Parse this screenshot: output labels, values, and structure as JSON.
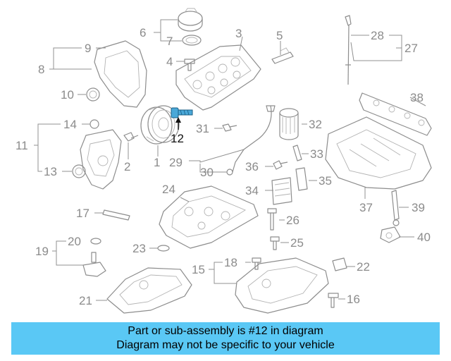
{
  "diagram": {
    "callouts": [
      {
        "id": "1",
        "label": "1"
      },
      {
        "id": "2",
        "label": "2"
      },
      {
        "id": "3",
        "label": "3"
      },
      {
        "id": "4",
        "label": "4"
      },
      {
        "id": "5",
        "label": "5"
      },
      {
        "id": "6",
        "label": "6"
      },
      {
        "id": "7",
        "label": "7"
      },
      {
        "id": "8",
        "label": "8"
      },
      {
        "id": "9",
        "label": "9"
      },
      {
        "id": "10",
        "label": "10"
      },
      {
        "id": "11",
        "label": "11"
      },
      {
        "id": "12",
        "label": "12",
        "highlight": true
      },
      {
        "id": "13",
        "label": "13"
      },
      {
        "id": "14",
        "label": "14"
      },
      {
        "id": "15",
        "label": "15"
      },
      {
        "id": "16",
        "label": "16"
      },
      {
        "id": "17",
        "label": "17"
      },
      {
        "id": "18",
        "label": "18"
      },
      {
        "id": "19",
        "label": "19"
      },
      {
        "id": "20",
        "label": "20"
      },
      {
        "id": "21",
        "label": "21"
      },
      {
        "id": "22",
        "label": "22"
      },
      {
        "id": "23",
        "label": "23"
      },
      {
        "id": "24",
        "label": "24"
      },
      {
        "id": "25",
        "label": "25"
      },
      {
        "id": "26",
        "label": "26"
      },
      {
        "id": "27",
        "label": "27"
      },
      {
        "id": "28",
        "label": "28"
      },
      {
        "id": "29",
        "label": "29"
      },
      {
        "id": "30",
        "label": "30"
      },
      {
        "id": "31",
        "label": "31"
      },
      {
        "id": "32",
        "label": "32"
      },
      {
        "id": "33",
        "label": "33"
      },
      {
        "id": "34",
        "label": "34"
      },
      {
        "id": "35",
        "label": "35"
      },
      {
        "id": "36",
        "label": "36"
      },
      {
        "id": "37",
        "label": "37"
      },
      {
        "id": "38",
        "label": "38"
      },
      {
        "id": "39",
        "label": "39"
      },
      {
        "id": "40",
        "label": "40"
      }
    ]
  },
  "caption": {
    "line1": "Part or sub-assembly is #12 in diagram",
    "line2": "Diagram may not be specific to your vehicle"
  },
  "colors": {
    "caption_bg": "#5ac8f5",
    "highlight_part": "#4aa8d8",
    "line_art": "#8d8d8d"
  }
}
